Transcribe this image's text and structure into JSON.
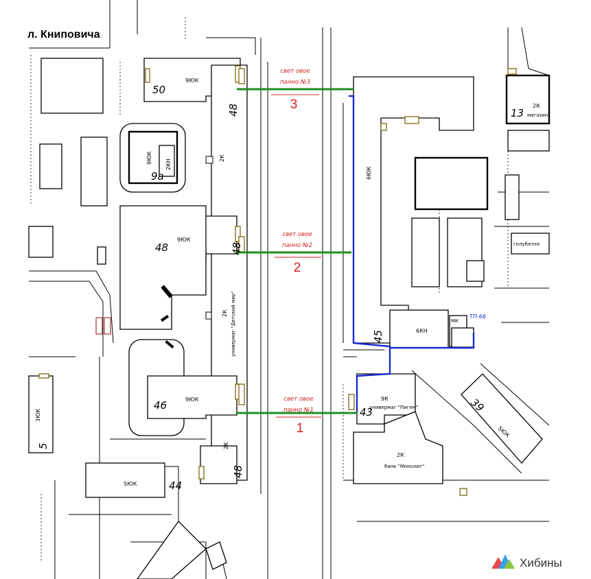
{
  "map": {
    "street_name": "л. Книповича",
    "panels": [
      {
        "num": "3",
        "label_line1": "свет овое",
        "label_line2": "панно №3"
      },
      {
        "num": "2",
        "label_line1": "свет овое",
        "label_line2": "панно №2"
      },
      {
        "num": "1",
        "label_line1": "свет овое",
        "label_line2": "панно №1"
      }
    ],
    "substation": "ТП-66",
    "building_numbers": {
      "b50": "50",
      "b48a": "48",
      "b9a": "9а",
      "b48b": "48",
      "b48c": "48",
      "b46": "46",
      "b48d": "48",
      "b44": "44",
      "b45": "45",
      "b43": "43",
      "b39": "39",
      "b13": "13",
      "b5": "5"
    },
    "floor_labels": {
      "f50": "9ЮК",
      "f48b": "9ЮК",
      "f46": "9ЮК",
      "f9a": "9ЮК",
      "f9a_side": "2КН",
      "f48a": "2К",
      "f48c": "2К",
      "f48d": "2К",
      "f44": "5ЮК",
      "f6": "6ЮК",
      "f6kn": "6КН",
      "f43": "9К",
      "f2k_low": "2К",
      "f39": "5ЮК",
      "f13": "2К",
      "f5": "3ЮК",
      "mk": "МК"
    },
    "small_notes": {
      "gym": "универмаг \"Детский мир\"",
      "shop43": "универмаг \"Пигем\"",
      "bank": "банк \"Монолит\"",
      "gorod": "голубятня",
      "n13": "магазин"
    }
  },
  "logo": {
    "text": "Хибины",
    "colors": [
      "#e84a4a",
      "#3aa0e8",
      "#8cc63f"
    ]
  }
}
